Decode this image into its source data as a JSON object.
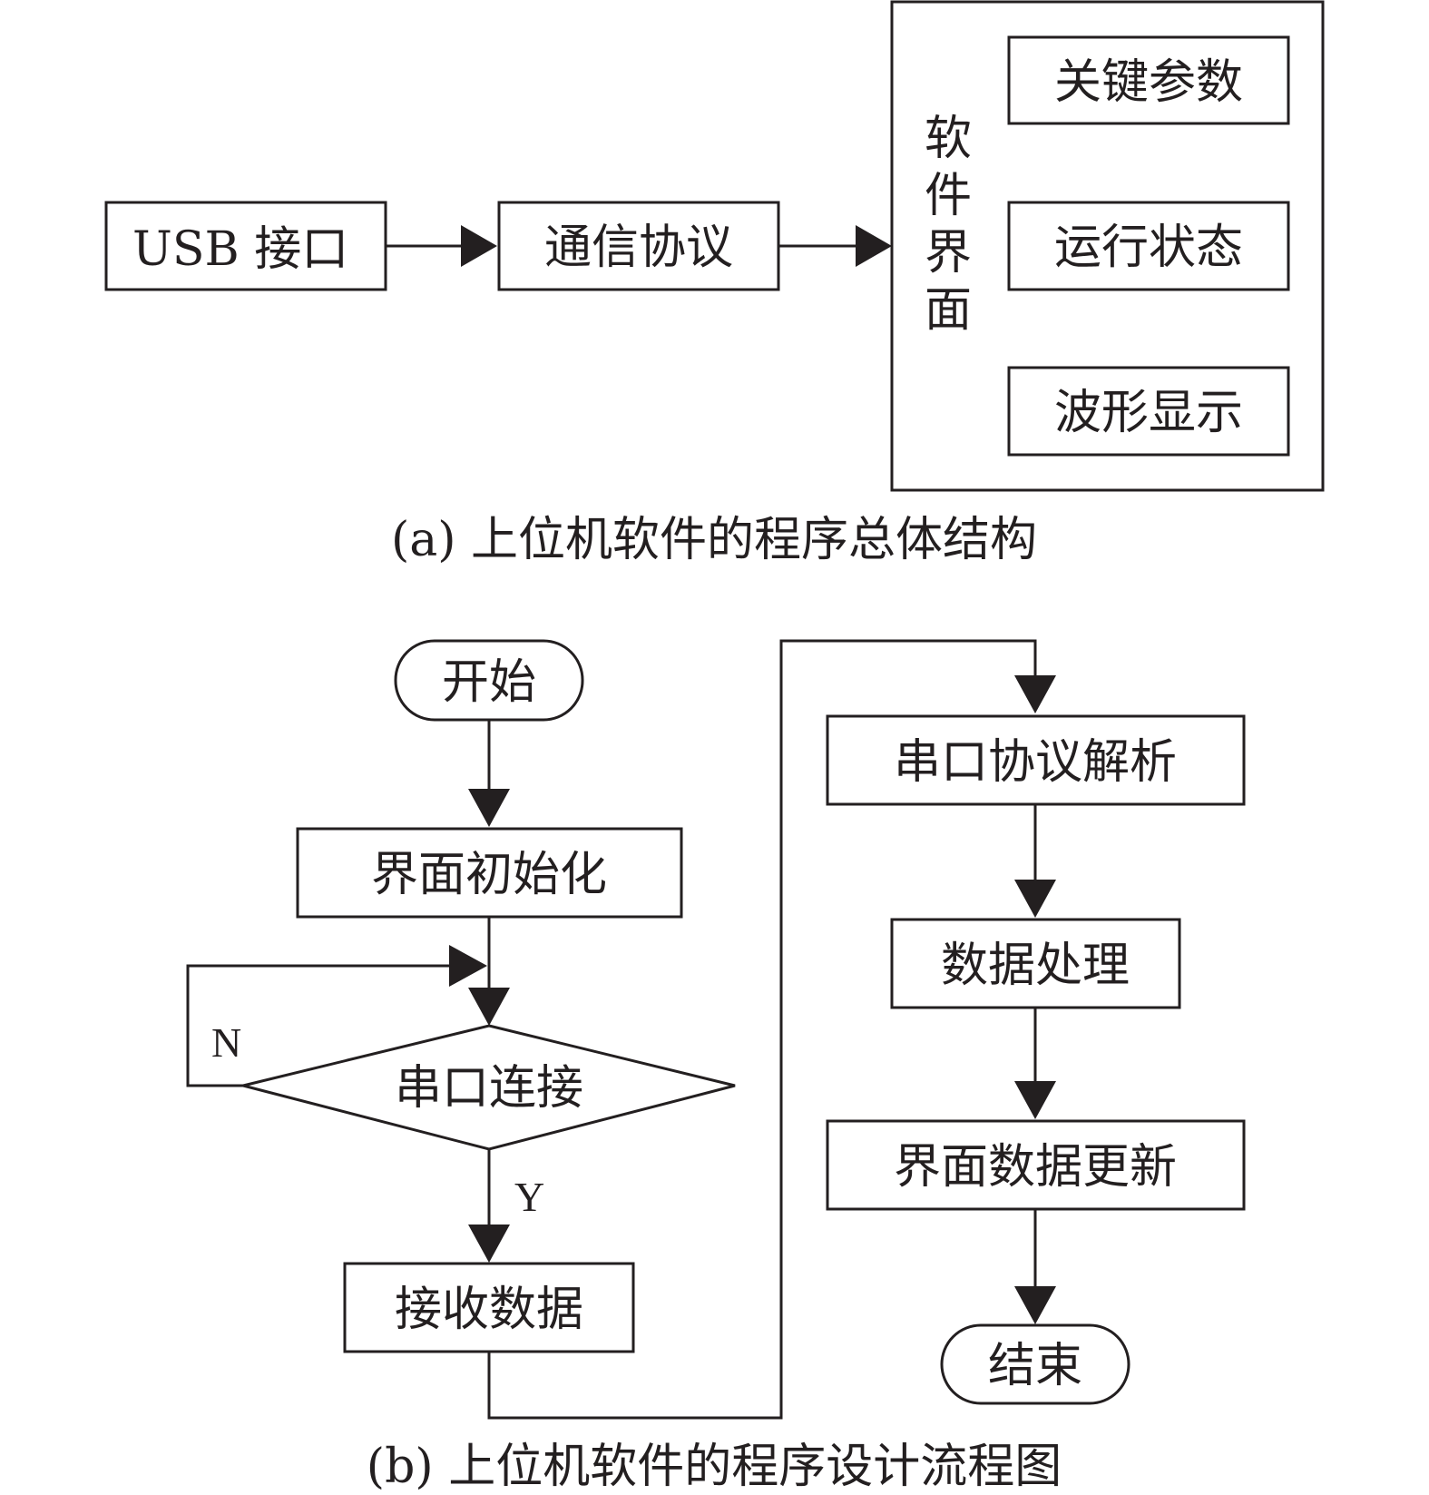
{
  "panel_a": {
    "usb": "USB 接口",
    "protocol": "通信协议",
    "software_ui": [
      "软",
      "件",
      "界",
      "面"
    ],
    "key_params": "关键参数",
    "run_status": "运行状态",
    "waveform": "波形显示",
    "caption": "(a) 上位机软件的程序总体结构"
  },
  "panel_b": {
    "start": "开始",
    "ui_init": "界面初始化",
    "serial_connect": "串口连接",
    "no_label": "N",
    "yes_label": "Y",
    "receive": "接收数据",
    "parse": "串口协议解析",
    "process": "数据处理",
    "update": "界面数据更新",
    "end": "结束",
    "caption": "(b) 上位机软件的程序设计流程图"
  }
}
